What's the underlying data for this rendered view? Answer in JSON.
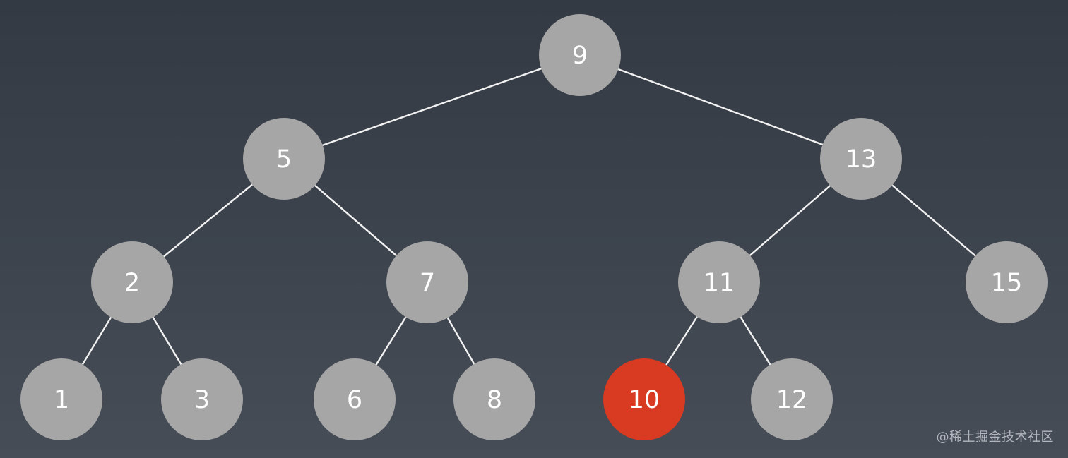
{
  "colors": {
    "node_default": "#a6a6a6",
    "node_highlight": "#d83a22",
    "edge": "#f2f2f2",
    "label": "#ffffff"
  },
  "tree": {
    "nodes": [
      {
        "id": "n9",
        "label": "9",
        "highlight": false
      },
      {
        "id": "n5",
        "label": "5",
        "highlight": false
      },
      {
        "id": "n13",
        "label": "13",
        "highlight": false
      },
      {
        "id": "n2",
        "label": "2",
        "highlight": false
      },
      {
        "id": "n7",
        "label": "7",
        "highlight": false
      },
      {
        "id": "n11",
        "label": "11",
        "highlight": false
      },
      {
        "id": "n15",
        "label": "15",
        "highlight": false
      },
      {
        "id": "n1",
        "label": "1",
        "highlight": false
      },
      {
        "id": "n3",
        "label": "3",
        "highlight": false
      },
      {
        "id": "n6",
        "label": "6",
        "highlight": false
      },
      {
        "id": "n8",
        "label": "8",
        "highlight": false
      },
      {
        "id": "n10",
        "label": "10",
        "highlight": true
      },
      {
        "id": "n12",
        "label": "12",
        "highlight": false
      }
    ],
    "edges": [
      {
        "from": "n9",
        "to": "n5"
      },
      {
        "from": "n9",
        "to": "n13"
      },
      {
        "from": "n5",
        "to": "n2"
      },
      {
        "from": "n5",
        "to": "n7"
      },
      {
        "from": "n13",
        "to": "n11"
      },
      {
        "from": "n13",
        "to": "n15"
      },
      {
        "from": "n2",
        "to": "n1"
      },
      {
        "from": "n2",
        "to": "n3"
      },
      {
        "from": "n7",
        "to": "n6"
      },
      {
        "from": "n7",
        "to": "n8"
      },
      {
        "from": "n11",
        "to": "n10"
      },
      {
        "from": "n11",
        "to": "n12"
      }
    ]
  },
  "watermark": {
    "text": "@稀土掘金技术社区"
  }
}
